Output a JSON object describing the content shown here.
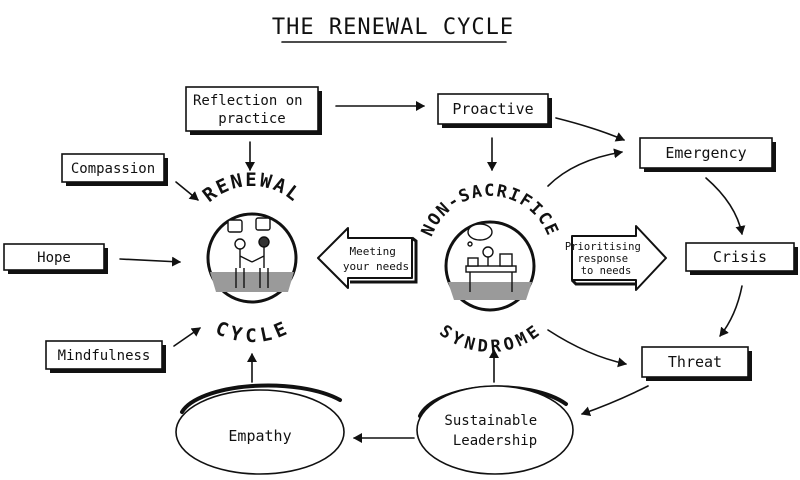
{
  "title": "THE RENEWAL CYCLE",
  "nodes": {
    "reflection": [
      "Reflection on",
      "practice"
    ],
    "proactive": "Proactive",
    "emergency": "Emergency",
    "crisis": "Crisis",
    "threat": "Threat",
    "compassion": "Compassion",
    "hope": "Hope",
    "mindfulness": "Mindfulness",
    "empathy": "Empathy",
    "sustainable": [
      "Sustainable",
      "Leadership"
    ]
  },
  "circles": {
    "renewal_top": "RENEWAL",
    "renewal_bottom": "CYCLE",
    "nonsac_top": "NON-SACRIFICE",
    "nonsac_bottom": "SYNDROME"
  },
  "arrows": {
    "meeting_needs": [
      "Meeting",
      "your needs"
    ],
    "prioritising": [
      "Prioritising",
      "response",
      "to needs"
    ]
  }
}
